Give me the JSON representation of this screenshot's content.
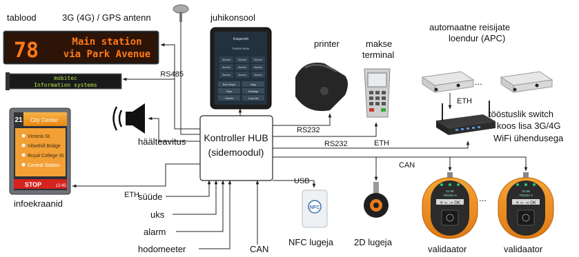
{
  "labels": {
    "tablood": "tablood",
    "antenna": "3G (4G) / GPS antenn",
    "console": "juhikonsool",
    "printer": "printer",
    "payment_line1": "makse",
    "payment_line2": "terminal",
    "apc_line1": "automaatne reisijate",
    "apc_line2": "loendur (APC)",
    "switch_line1": "tööstuslik switch",
    "switch_line2": "koos lisa 3G/4G",
    "switch_line3": "WiFi ühendusega",
    "announce": "häälteavitus",
    "infoscreens": "infoekraanid",
    "ignition": "süüde",
    "doors": "uks",
    "alarm": "alarm",
    "odometer": "hodomeeter",
    "can_bottom": "CAN",
    "nfc": "NFC lugeja",
    "reader2d": "2D lugeja",
    "validator1": "validaator",
    "validator2": "validaator",
    "ellipsis_apc": "...",
    "ellipsis_val": "..."
  },
  "hub": {
    "line1": "Kontroller HUB",
    "line2": "(sidemoodul)"
  },
  "connections": {
    "rs485": "RS485",
    "rs232_printer": "RS232",
    "rs232_terminal": "RS232",
    "eth_switch": "ETH",
    "eth_apc": "ETH",
    "eth_screen": "ETH",
    "can_validators": "CAN",
    "usb": "USB"
  },
  "led_sign": {
    "route": "78",
    "line1": "Main station",
    "line2": "via Park Avenue"
  },
  "led_bar": {
    "line1": "mobitec",
    "line2": "Information systems"
  },
  "infoscreen": {
    "number": "21",
    "header": "City Center",
    "stops": [
      "Victoria St.",
      "Vilsethill Bridge",
      "Royal College St.",
      "Central Station"
    ],
    "stop_sign": "STOP",
    "time": "12:45"
  },
  "console_screen": {
    "title": "Kasperish",
    "subtitle": "Fasten tests",
    "grid": [
      "Student",
      "Student",
      "Student",
      "Student",
      "Student",
      "Student",
      "Student",
      "Student",
      "Student"
    ],
    "buttons": [
      "Bus Stops",
      "Map",
      "Trips",
      "Settings",
      "Tickets",
      "Log Out"
    ]
  },
  "nfc_device": {
    "text": "NFC"
  },
  "validator_screen": {
    "line1": "21:46",
    "line2": "TEOOA 3"
  },
  "colors": {
    "led_orange": "#ff7a1a",
    "led_green": "#b7e24a",
    "validator_orange": "#f08a1c",
    "screen_orange": "#f29b26",
    "stop_red": "#d6231f",
    "device_dark": "#2a2a2a"
  }
}
